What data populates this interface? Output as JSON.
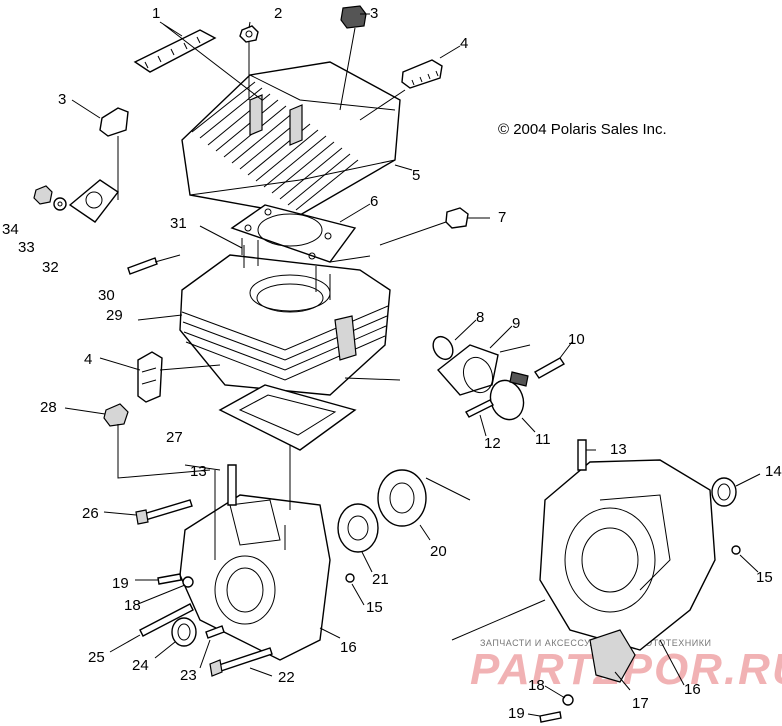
{
  "copyright": "© 2004 Polaris Sales Inc.",
  "watermark": {
    "line1": "ЗАПЧАСТИ И АКСЕССУАРЫ ДЛЯ МОТОТЕХНИКИ",
    "line2": "PARTZPOR.RU"
  },
  "callouts": [
    {
      "id": "c1",
      "num": "1"
    },
    {
      "id": "c2",
      "num": "2"
    },
    {
      "id": "c3a",
      "num": "3"
    },
    {
      "id": "c3b",
      "num": "3"
    },
    {
      "id": "c4a",
      "num": "4"
    },
    {
      "id": "c4b",
      "num": "4"
    },
    {
      "id": "c5",
      "num": "5"
    },
    {
      "id": "c6",
      "num": "6"
    },
    {
      "id": "c7",
      "num": "7"
    },
    {
      "id": "c8",
      "num": "8"
    },
    {
      "id": "c9",
      "num": "9"
    },
    {
      "id": "c10",
      "num": "10"
    },
    {
      "id": "c11",
      "num": "11"
    },
    {
      "id": "c12",
      "num": "12"
    },
    {
      "id": "c13a",
      "num": "13"
    },
    {
      "id": "c13b",
      "num": "13"
    },
    {
      "id": "c14",
      "num": "14"
    },
    {
      "id": "c15a",
      "num": "15"
    },
    {
      "id": "c15b",
      "num": "15"
    },
    {
      "id": "c16a",
      "num": "16"
    },
    {
      "id": "c16b",
      "num": "16"
    },
    {
      "id": "c17",
      "num": "17"
    },
    {
      "id": "c18a",
      "num": "18"
    },
    {
      "id": "c18b",
      "num": "18"
    },
    {
      "id": "c19a",
      "num": "19"
    },
    {
      "id": "c19b",
      "num": "19"
    },
    {
      "id": "c20",
      "num": "20"
    },
    {
      "id": "c21",
      "num": "21"
    },
    {
      "id": "c22",
      "num": "22"
    },
    {
      "id": "c23",
      "num": "23"
    },
    {
      "id": "c24",
      "num": "24"
    },
    {
      "id": "c25",
      "num": "25"
    },
    {
      "id": "c26",
      "num": "26"
    },
    {
      "id": "c27",
      "num": "27"
    },
    {
      "id": "c28",
      "num": "28"
    },
    {
      "id": "c29",
      "num": "29"
    },
    {
      "id": "c30",
      "num": "30"
    },
    {
      "id": "c31",
      "num": "31"
    },
    {
      "id": "c32",
      "num": "32"
    },
    {
      "id": "c33",
      "num": "33"
    },
    {
      "id": "c34",
      "num": "34"
    }
  ]
}
